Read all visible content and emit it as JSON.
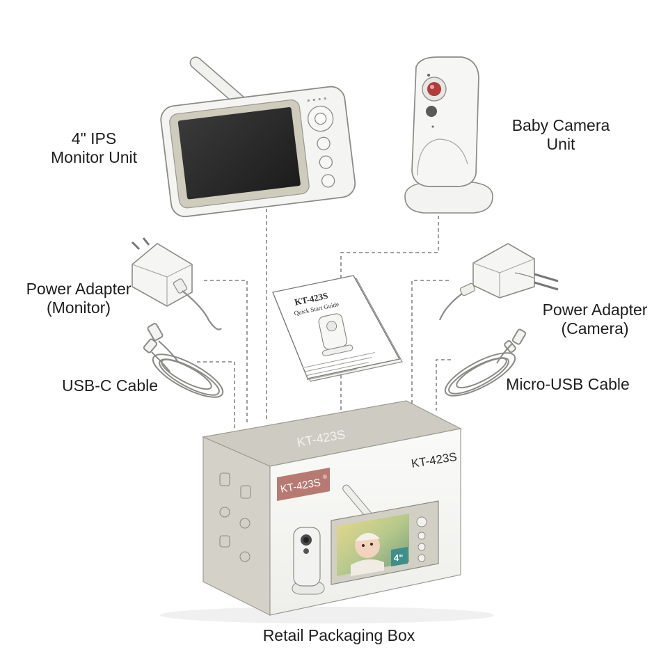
{
  "labels": {
    "monitor": [
      "4\" IPS",
      "Monitor Unit"
    ],
    "camera": [
      "Baby Camera",
      "Unit"
    ],
    "adapter_monitor": [
      "Power Adapter",
      "(Monitor)"
    ],
    "adapter_camera": [
      "Power Adapter",
      "(Camera)"
    ],
    "usbc": "USB-C Cable",
    "microusb": "Micro-USB Cable",
    "box": "Retail Packaging Box"
  },
  "guide": {
    "model": "KT-423S",
    "title": "Quick Start Guide"
  },
  "box": {
    "top_model": "KT-423S",
    "side_model": "KT-423S",
    "badge_model": "KT-423S",
    "badge_mark": "®",
    "screen_size": "4\""
  },
  "colors": {
    "accent_badge": "#b77a72",
    "box_body": "#ceccc2",
    "device_white": "#f4f4f2",
    "device_bezel": "#cfcbbd",
    "screen": "#2b2b2b",
    "lens": "#b23b3b",
    "leader_line": "#666666"
  }
}
